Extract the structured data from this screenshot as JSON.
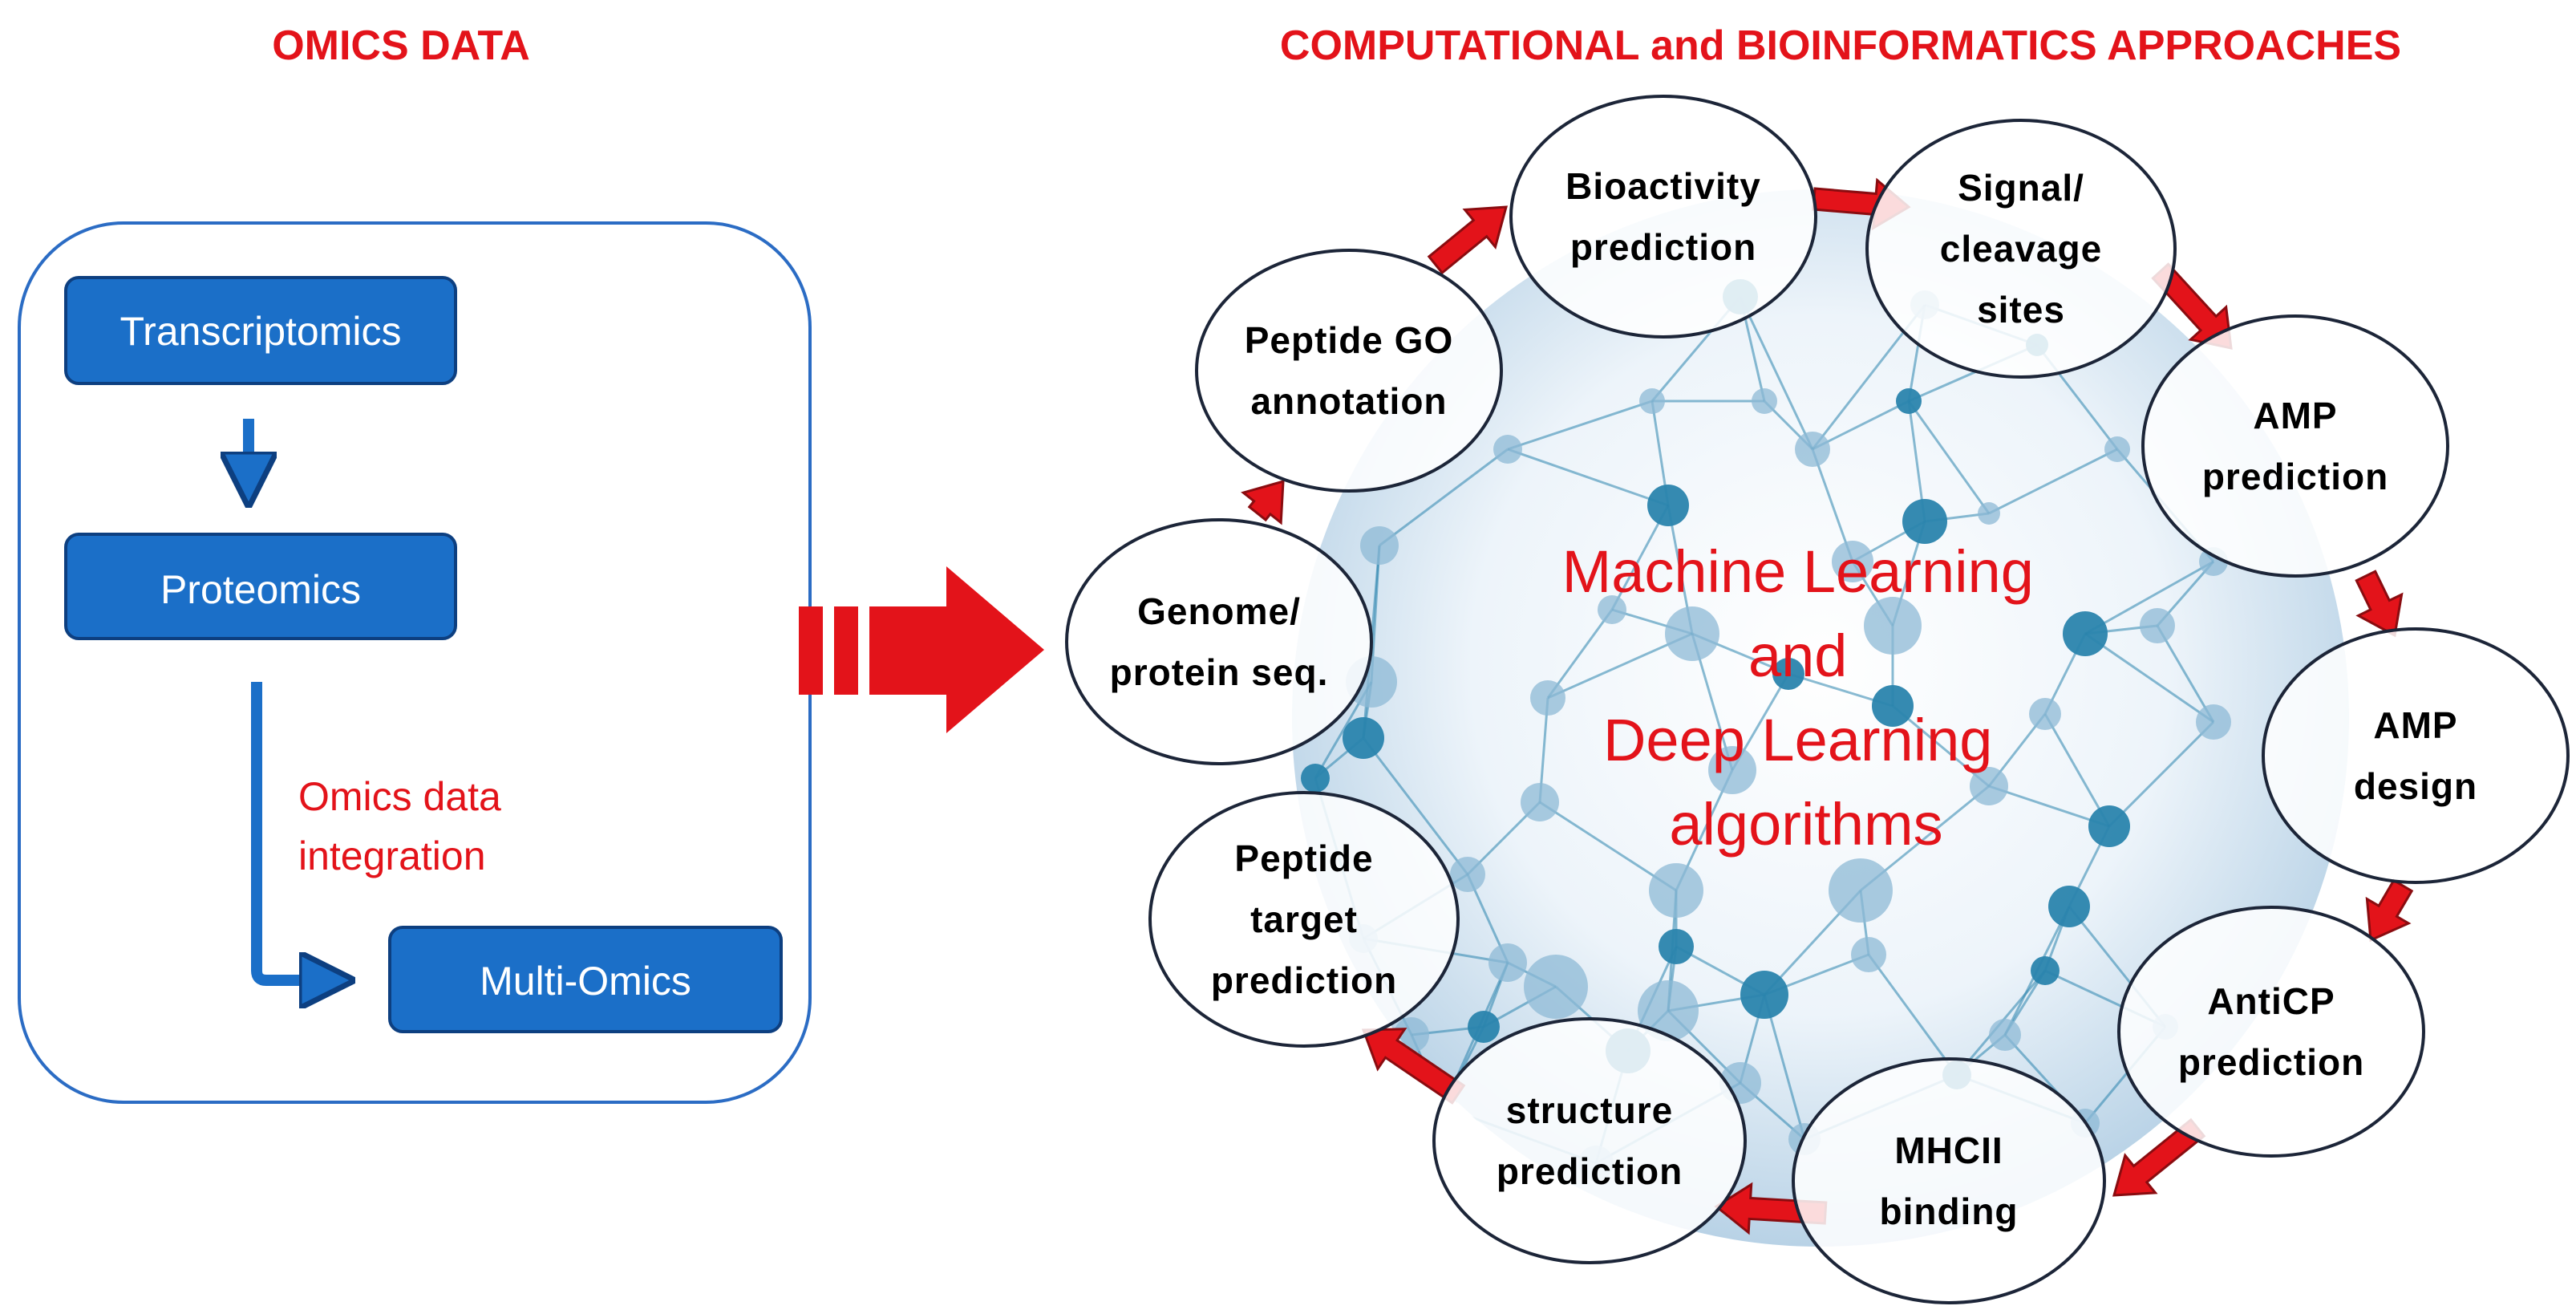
{
  "headers": {
    "left": "OMICS DATA",
    "right": "COMPUTATIONAL and BIOINFORMATICS APPROACHES"
  },
  "omics": {
    "transcriptomics": "Transcriptomics",
    "proteomics": "Proteomics",
    "integration": [
      "Omics data",
      "integration"
    ],
    "multi_omics": "Multi-Omics"
  },
  "center": [
    "Machine Learning",
    "and",
    "Deep Learning",
    "algorithms"
  ],
  "nodes": [
    {
      "id": "genome",
      "lines": [
        "Genome/",
        "protein seq."
      ]
    },
    {
      "id": "peptide-go",
      "lines": [
        "Peptide GO",
        "annotation"
      ]
    },
    {
      "id": "bioactivity",
      "lines": [
        "Bioactivity",
        "prediction"
      ]
    },
    {
      "id": "signal",
      "lines": [
        "Signal/",
        "cleavage",
        "sites"
      ]
    },
    {
      "id": "amp-prediction",
      "lines": [
        "AMP",
        "prediction"
      ]
    },
    {
      "id": "amp-design",
      "lines": [
        "AMP",
        "design"
      ]
    },
    {
      "id": "anticp",
      "lines": [
        "AntiCP",
        "prediction"
      ]
    },
    {
      "id": "mhcii",
      "lines": [
        "MHCII",
        "binding"
      ]
    },
    {
      "id": "structure",
      "lines": [
        "structure",
        "prediction"
      ]
    },
    {
      "id": "peptide-target",
      "lines": [
        "Peptide",
        "target",
        "prediction"
      ]
    }
  ],
  "colors": {
    "box_fill": "#1b6fc8",
    "box_border": "#0d3f80",
    "accent_red": "#e3131a",
    "network_dark": "#2a84ad",
    "network_light": "#8dbad6"
  }
}
